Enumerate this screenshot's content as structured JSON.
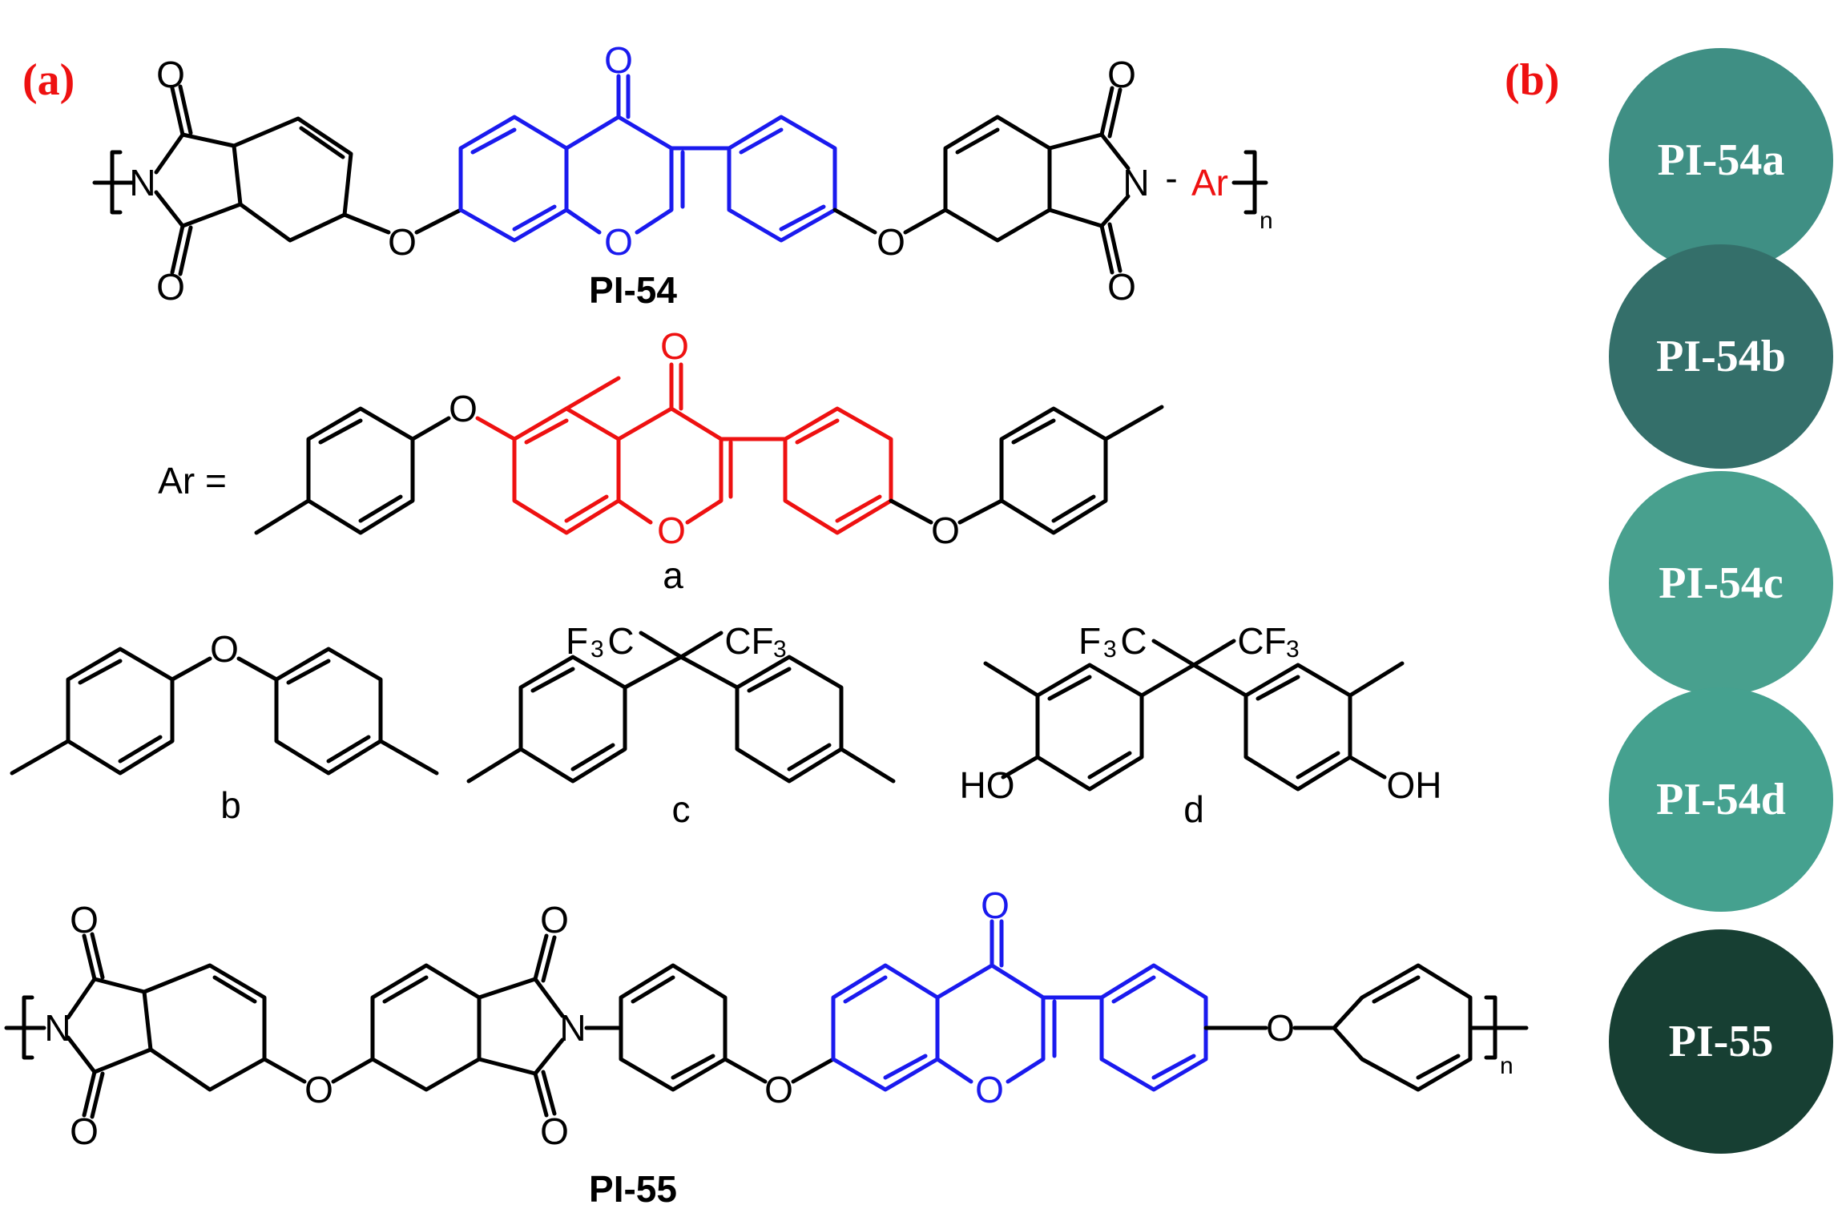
{
  "panels": {
    "a": "(a)",
    "b": "(b)"
  },
  "structures": {
    "pi54": {
      "name": "PI-54",
      "atoms": {
        "o": "O",
        "n": "N",
        "ar": "Ar",
        "dash": "-",
        "sub_n": "n"
      }
    },
    "ar": {
      "prefix": "Ar =",
      "labels": {
        "a": "a",
        "b": "b",
        "c": "c",
        "d": "d"
      },
      "atoms": {
        "o": "O",
        "f3c": "F",
        "three": "3",
        "c": "C",
        "cf": "CF",
        "ho": "HO",
        "oh": "OH"
      }
    },
    "pi55": {
      "name": "PI-55",
      "atoms": {
        "o": "O",
        "n": "N",
        "sub_n": "n"
      }
    }
  },
  "films": [
    {
      "label": "PI-54a",
      "color": "#3f8f84"
    },
    {
      "label": "PI-54b",
      "color": "#346f6a"
    },
    {
      "label": "PI-54c",
      "color": "#48a08e"
    },
    {
      "label": "PI-54d",
      "color": "#45a18f"
    },
    {
      "label": "PI-55",
      "color": "#173f33"
    }
  ],
  "colors": {
    "highlight_blue": "#1a1aee",
    "highlight_red": "#ee1111",
    "panel_label": "#ee1111"
  }
}
